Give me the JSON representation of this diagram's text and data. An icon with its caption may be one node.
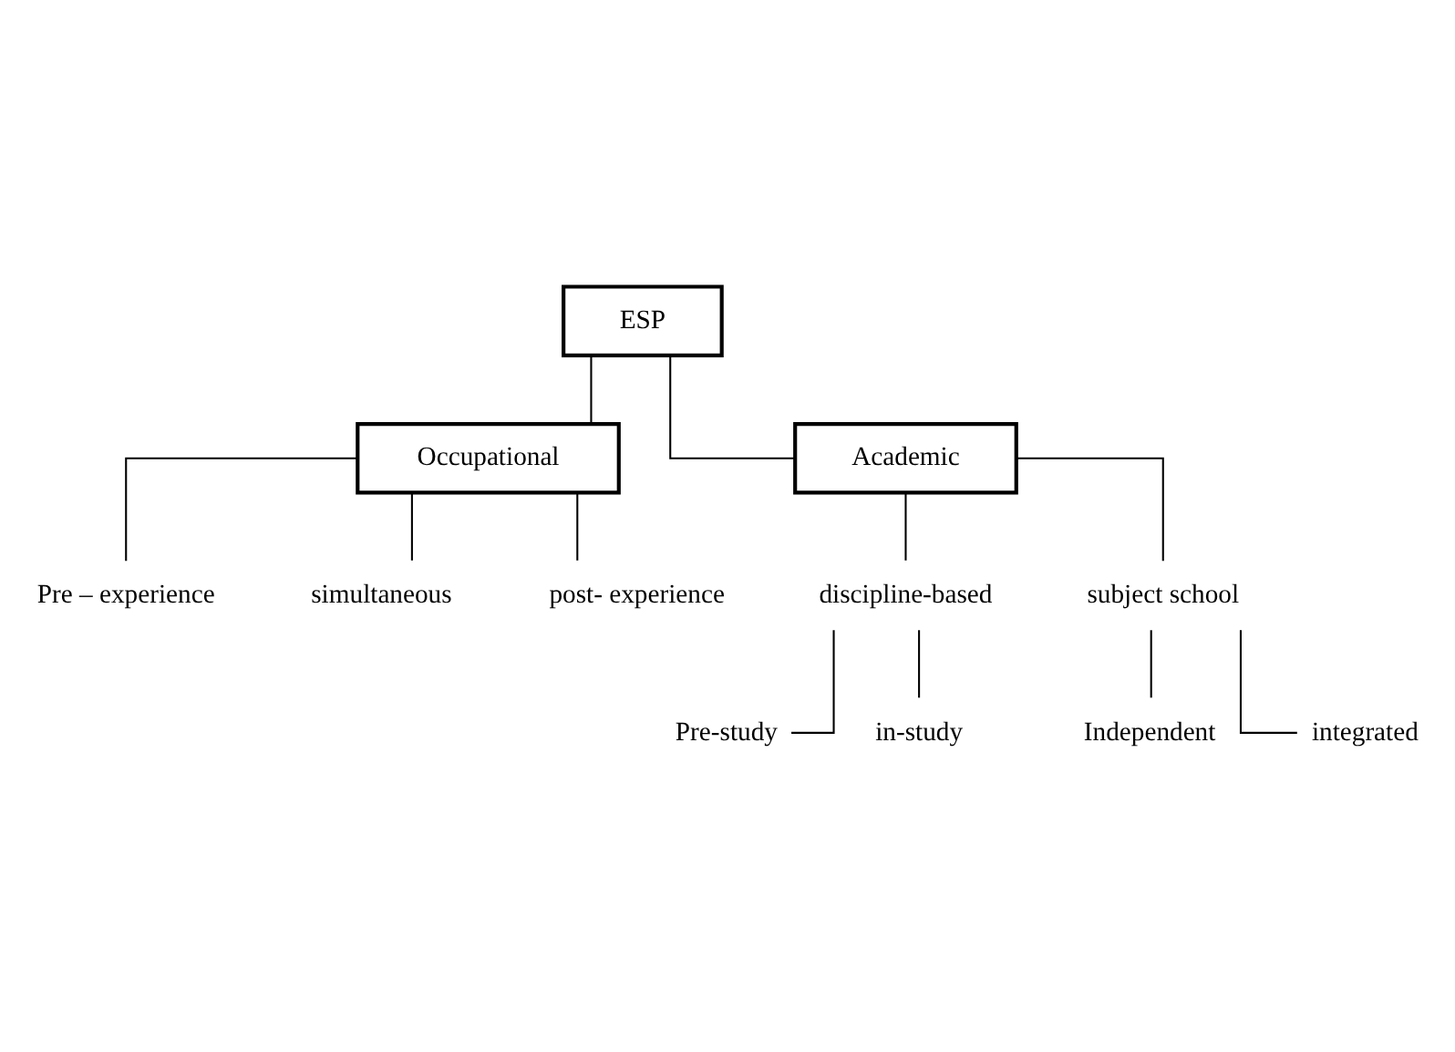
{
  "diagram": {
    "nodes": [
      {
        "text": [
          "ESP"
        ]
      },
      {
        "text": [
          "Occupational"
        ]
      },
      {
        "text": [
          "Academic"
        ]
      },
      {
        "text": [
          "Pre – experience"
        ]
      },
      {
        "text": [
          "simultaneous"
        ]
      },
      {
        "text": [
          "post- experience"
        ]
      },
      {
        "text": [
          "discipline-based"
        ]
      },
      {
        "text": [
          "subject school"
        ]
      },
      {
        "text": [
          "Independent"
        ]
      },
      {
        "text": [
          "integrated"
        ]
      },
      {
        "text": [
          "Pre-study"
        ]
      },
      {
        "text": [
          "in-study"
        ]
      }
    ],
    "edges": [
      {
        "from": 0,
        "to": 1,
        "arrow": "none"
      },
      {
        "from": 0,
        "to": 2,
        "arrow": "none"
      },
      {
        "from": 1,
        "to": 3,
        "arrow": "none"
      },
      {
        "from": 1,
        "to": 4,
        "arrow": "none"
      },
      {
        "from": 1,
        "to": 5,
        "arrow": "none"
      },
      {
        "from": 2,
        "to": 6,
        "arrow": "none"
      },
      {
        "from": 2,
        "to": 7,
        "arrow": "none"
      },
      {
        "from": 7,
        "to": 8,
        "arrow": "none"
      },
      {
        "from": 7,
        "to": 9,
        "arrow": "none"
      },
      {
        "from": 6,
        "to": 10,
        "arrow": "none"
      },
      {
        "from": 6,
        "to": 11,
        "arrow": "none"
      }
    ]
  }
}
